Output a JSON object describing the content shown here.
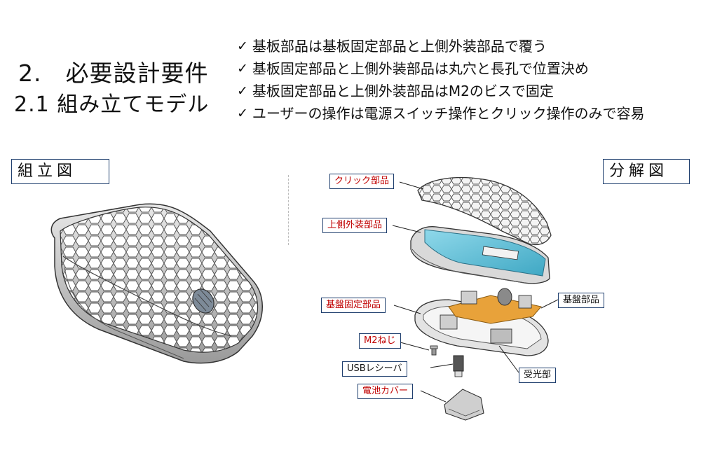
{
  "headings": {
    "section": "2.　必要設計要件",
    "subsection": "2.1 組み立てモデル"
  },
  "requirements": [
    "基板部品は基板固定部品と上側外装部品で覆う",
    "基板固定部品と上側外装部品は丸穴と長孔で位置決め",
    "基板固定部品と上側外装部品はM2のビスで固定",
    "ユーザーの操作は電源スイッチ操作とクリック操作のみで容易"
  ],
  "check_mark": "✓",
  "views": {
    "assembly": "組立図",
    "exploded": "分解図"
  },
  "parts": {
    "click_part": "クリック部品",
    "upper_case": "上側外装部品",
    "board_fixing": "基盤固定部品",
    "board": "基盤部品",
    "m2_screw": "M2ねじ",
    "usb_receiver": "USBレシーバ",
    "receiver_part": "受光部",
    "battery_cover": "電池カバー"
  },
  "colors": {
    "label_border": "#1f3f6e",
    "callout_red": "#c00000",
    "upper_case_cyan": "#6ec9df",
    "board_orange": "#e8a23a"
  }
}
